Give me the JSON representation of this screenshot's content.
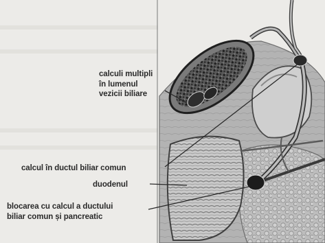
{
  "figure": {
    "labels": {
      "gallbladder_stones": [
        "calculi multipli",
        "în lumenul",
        "vezicii biliare"
      ],
      "cbd_stone": "calcul în ductul biliar comun",
      "duodenum": "duodenul",
      "ampulla_block": [
        "blocarea cu calcul a ductului",
        "biliar comun și pancreatic"
      ]
    }
  }
}
